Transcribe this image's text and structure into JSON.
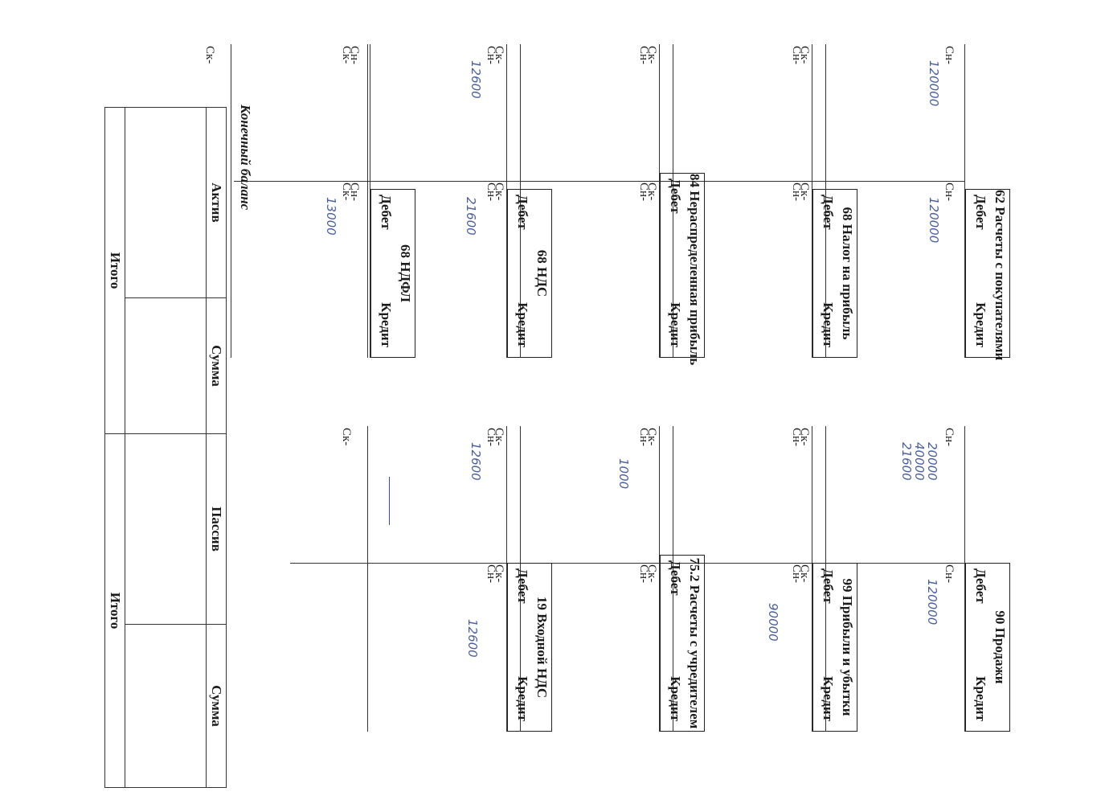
{
  "labels": {
    "start": "Сн-",
    "end": "Ск-"
  },
  "accounts": [
    {
      "id": "acc62",
      "title": "62 Расчеты с покупателями",
      "debit": "Дебет",
      "credit": "Кредит",
      "debit_entries": [
        "120000"
      ],
      "credit_entries": [
        "120000"
      ]
    },
    {
      "id": "acc90",
      "title": "90 Продажи",
      "debit": "Дебет",
      "credit": "Кредит",
      "debit_entries": [
        "20000",
        "40000",
        "21600"
      ],
      "credit_entries": [
        "120000"
      ]
    },
    {
      "id": "acc68p",
      "title": "68 Налог на прибыль",
      "debit": "Дебет",
      "credit": "Кредит",
      "debit_entries": [],
      "credit_entries": []
    },
    {
      "id": "acc99",
      "title": "99 Прибыли и убытки",
      "debit": "Дебет",
      "credit": "Кредит",
      "debit_entries": [],
      "credit_entries": [
        "90000"
      ]
    },
    {
      "id": "acc84",
      "title": "84 Нераспределенная прибыль",
      "debit": "Дебет",
      "credit": "Кредит",
      "debit_entries": [],
      "credit_entries": []
    },
    {
      "id": "acc752",
      "title": "75.2 Расчеты с учредителем",
      "debit": "Дебет",
      "credit": "Кредит",
      "debit_entries": [
        "1000"
      ],
      "credit_entries": []
    },
    {
      "id": "acc68v",
      "title": "68 НДС",
      "debit": "Дебет",
      "credit": "Кредит",
      "debit_entries": [
        "12600"
      ],
      "credit_entries": [
        "21600"
      ]
    },
    {
      "id": "acc19",
      "title": "19 Входной НДС",
      "debit": "Дебет",
      "credit": "Кредит",
      "debit_entries": [
        "12600"
      ],
      "credit_entries": [
        "12600"
      ]
    },
    {
      "id": "acc68n",
      "title": "68 НДФЛ",
      "debit": "Дебет",
      "credit": "Кредит",
      "debit_entries": [],
      "credit_entries": [
        "13000"
      ]
    }
  ],
  "balance": {
    "title": "Конечный баланс",
    "headers": [
      "Актив",
      "Сумма",
      "Пассив",
      "Сумма"
    ],
    "totals": [
      "Итого",
      "Итого"
    ]
  },
  "colors": {
    "ink": "#1a1a1a",
    "handwriting": "#4a5e9e"
  }
}
